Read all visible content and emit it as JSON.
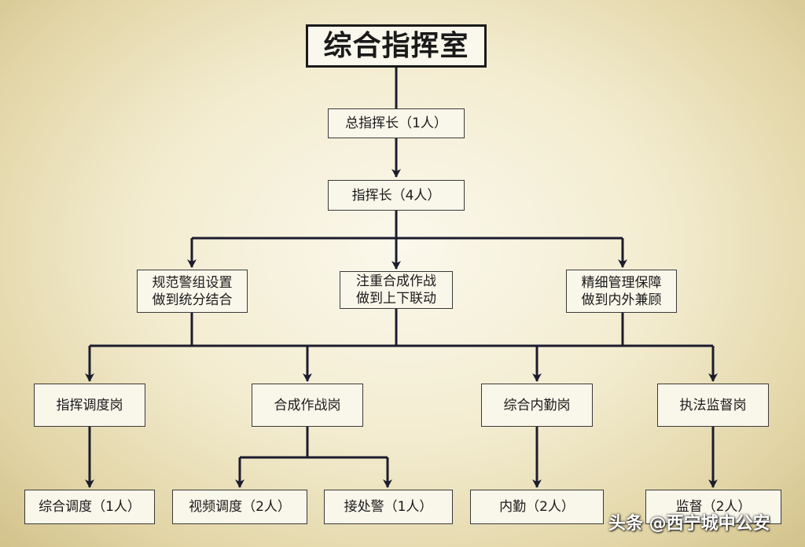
{
  "title": "综合指挥室",
  "commander_in_chief": "总指挥长（1人）",
  "commander": "指挥长（4人）",
  "principles": [
    {
      "line1": "规范警组设置",
      "line2": "做到统分结合"
    },
    {
      "line1": "注重合成作战",
      "line2": "做到上下联动"
    },
    {
      "line1": "精细管理保障",
      "line2": "做到内外兼顾"
    }
  ],
  "posts": [
    "指挥调度岗",
    "合成作战岗",
    "综合内勤岗",
    "执法监督岗"
  ],
  "staff": [
    "综合调度（1人）",
    "视频调度（2人）",
    "接处警（1人）",
    "内勤（2人）",
    "监督（2人）"
  ],
  "watermark": "头条 @西宁城中公安",
  "colors": {
    "line": "#1c1c2e",
    "box_border": "#3a3a3a",
    "background": "#f3ecd0"
  }
}
